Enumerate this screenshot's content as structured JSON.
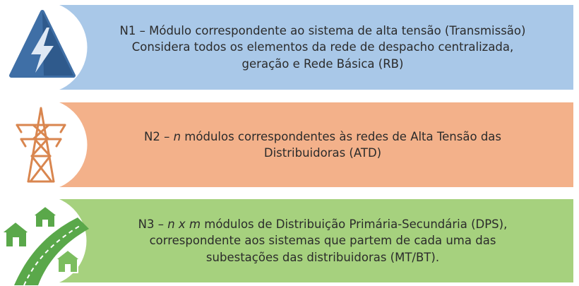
{
  "rows": [
    {
      "icon": "lightning-bolt-icon",
      "line_a": "N1 – Módulo correspondente ao sistema de alta tensão (Transmissão)",
      "line_b": "Considera todos os elementos da rede de despacho centralizada,",
      "line_c": "geração e Rede Básica (RB)",
      "color": "#a9c8e8"
    },
    {
      "icon": "transmission-tower-icon",
      "prefix": "N2 – ",
      "italic": "n",
      "line_a_rest": " módulos correspondentes às redes de Alta Tensão das",
      "line_b": "Distribuidoras (ATD)",
      "color": "#f3b18a"
    },
    {
      "icon": "houses-road-icon",
      "prefix": "N3 – ",
      "italic": "n x m",
      "line_a_rest": " módulos de Distribuição Primária-Secundária (DPS),",
      "line_b": "correspondente aos sistemas que partem de cada uma das",
      "line_c": "subestações das distribuidoras (MT/BT).",
      "color": "#a6d17e"
    }
  ]
}
